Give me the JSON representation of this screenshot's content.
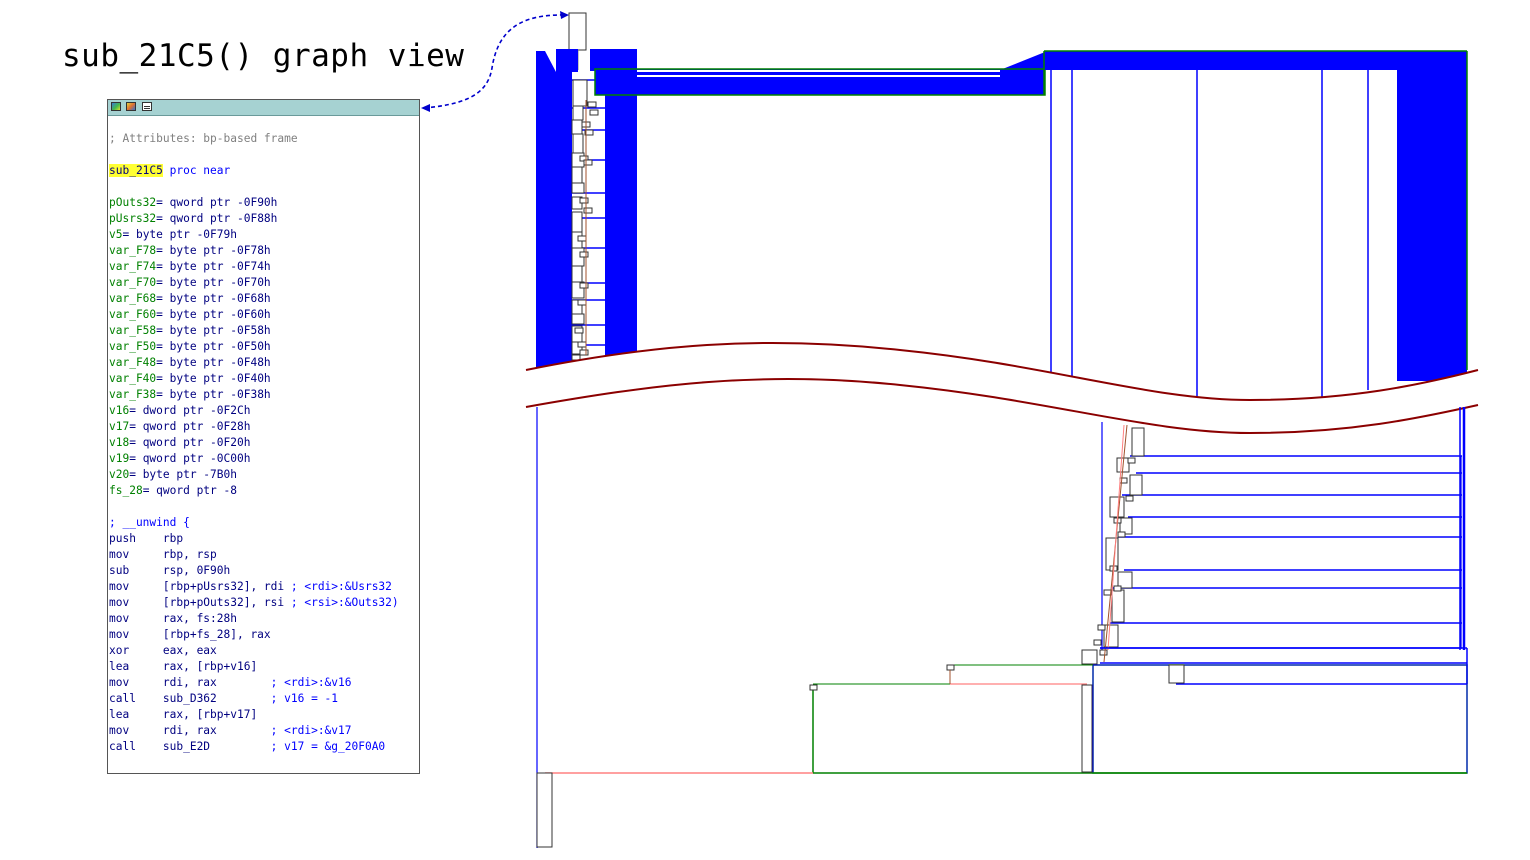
{
  "title": "sub_21C5() graph view",
  "window_icons": [
    "graph-overview-icon",
    "flowchart-icon",
    "text-view-icon"
  ],
  "disassembly": {
    "comment_attributes": "; Attributes: bp-based frame",
    "proc_label": "sub_21C5",
    "proc_keyword": " proc near",
    "stack_vars": [
      {
        "name": "pOuts32",
        "def": "= qword ptr -0F90h"
      },
      {
        "name": "pUsrs32",
        "def": "= qword ptr -0F88h"
      },
      {
        "name": "v5",
        "def": "= byte ptr -0F79h"
      },
      {
        "name": "var_F78",
        "def": "= byte ptr -0F78h"
      },
      {
        "name": "var_F74",
        "def": "= byte ptr -0F74h"
      },
      {
        "name": "var_F70",
        "def": "= byte ptr -0F70h"
      },
      {
        "name": "var_F68",
        "def": "= byte ptr -0F68h"
      },
      {
        "name": "var_F60",
        "def": "= byte ptr -0F60h"
      },
      {
        "name": "var_F58",
        "def": "= byte ptr -0F58h"
      },
      {
        "name": "var_F50",
        "def": "= byte ptr -0F50h"
      },
      {
        "name": "var_F48",
        "def": "= byte ptr -0F48h"
      },
      {
        "name": "var_F40",
        "def": "= byte ptr -0F40h"
      },
      {
        "name": "var_F38",
        "def": "= byte ptr -0F38h"
      },
      {
        "name": "v16",
        "def": "= dword ptr -0F2Ch"
      },
      {
        "name": "v17",
        "def": "= qword ptr -0F28h"
      },
      {
        "name": "v18",
        "def": "= qword ptr -0F20h"
      },
      {
        "name": "v19",
        "def": "= qword ptr -0C00h"
      },
      {
        "name": "v20",
        "def": "= byte ptr -7B0h"
      },
      {
        "name": "fs_28",
        "def": "= qword ptr -8"
      }
    ],
    "unwind_line": "; __unwind {",
    "instructions": [
      {
        "mnem": "push",
        "ops": "rbp",
        "cmt": ""
      },
      {
        "mnem": "mov",
        "ops": "rbp, rsp",
        "cmt": ""
      },
      {
        "mnem": "sub",
        "ops": "rsp, 0F90h",
        "cmt": ""
      },
      {
        "mnem": "mov",
        "ops": "[rbp+pUsrs32], rdi",
        "cmt": " ; <rdi>:&Usrs32"
      },
      {
        "mnem": "mov",
        "ops": "[rbp+pOuts32], rsi",
        "cmt": " ; <rsi>:&Outs32)"
      },
      {
        "mnem": "mov",
        "ops": "rax, fs:28h",
        "cmt": ""
      },
      {
        "mnem": "mov",
        "ops": "[rbp+fs_28], rax",
        "cmt": ""
      },
      {
        "mnem": "xor",
        "ops": "eax, eax",
        "cmt": ""
      },
      {
        "mnem": "lea",
        "ops": "rax, [rbp+v16]",
        "cmt": ""
      },
      {
        "mnem": "mov",
        "ops": "rdi, rax",
        "cmt": "        ; <rdi>:&v16"
      },
      {
        "mnem": "call",
        "ops": "sub_D362",
        "cmt": "        ; v16 = -1"
      },
      {
        "mnem": "lea",
        "ops": "rax, [rbp+v17]",
        "cmt": ""
      },
      {
        "mnem": "mov",
        "ops": "rdi, rax",
        "cmt": "        ; <rdi>:&v17"
      },
      {
        "mnem": "call",
        "ops": "sub_E2D",
        "cmt": "         ; v17 = &g_20F0A0"
      }
    ]
  },
  "colors": {
    "block_blue": "#0000ff",
    "block_green": "#008000",
    "edge_red": "#ff8080",
    "break_line": "#8b0000",
    "titlebar": "#a6d2d2",
    "label_highlight": "#ffff33",
    "callout_arrow": "#0000cc"
  }
}
